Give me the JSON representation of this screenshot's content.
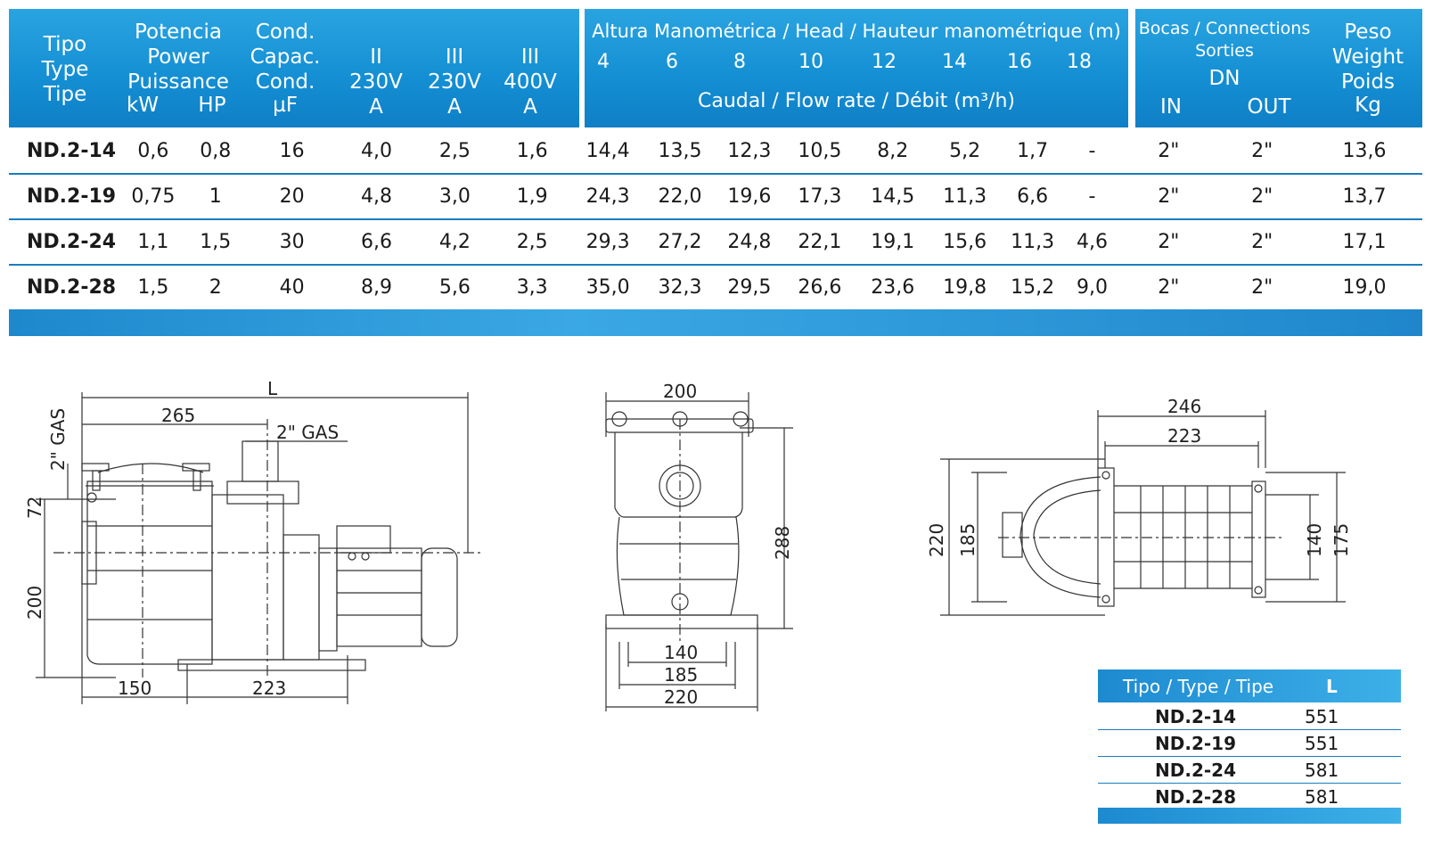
{
  "header": {
    "tipo": "Tipo\nType\nTipe",
    "power": "Potencia\nPower\nPuissance",
    "kw": "kW",
    "hp": "HP",
    "cond": "Cond.\nCapac.\nCond.",
    "uf": "µF",
    "a1": "II\n230V\nA",
    "a2": "III\n230V\nA",
    "a3": "III\n400V\nA",
    "head_title": "Altura Manométrica / Head / Hauteur manométrique (m)",
    "heads": [
      "4",
      "6",
      "8",
      "10",
      "12",
      "14",
      "16",
      "18"
    ],
    "flow": "Caudal / Flow rate / Débit (m³/h)",
    "bocas": "Bocas / Connections\nSorties",
    "dn": "DN",
    "in": "IN",
    "out": "OUT",
    "peso": "Peso\nWeight\nPoids",
    "kg": "Kg"
  },
  "rows": [
    [
      "ND.2-14",
      "0,6",
      "0,8",
      "16",
      "4,0",
      "2,5",
      "1,6",
      "14,4",
      "13,5",
      "12,3",
      "10,5",
      "8,2",
      "5,2",
      "1,7",
      "-",
      "2\"",
      "2\"",
      "13,6"
    ],
    [
      "ND.2-19",
      "0,75",
      "1",
      "20",
      "4,8",
      "3,0",
      "1,9",
      "24,3",
      "22,0",
      "19,6",
      "17,3",
      "14,5",
      "11,3",
      "6,6",
      "-",
      "2\"",
      "2\"",
      "13,7"
    ],
    [
      "ND.2-24",
      "1,1",
      "1,5",
      "30",
      "6,6",
      "4,2",
      "2,5",
      "29,3",
      "27,2",
      "24,8",
      "22,1",
      "19,1",
      "15,6",
      "11,3",
      "4,6",
      "2\"",
      "2\"",
      "17,1"
    ],
    [
      "ND.2-28",
      "1,5",
      "2",
      "40",
      "8,9",
      "5,6",
      "3,3",
      "35,0",
      "32,3",
      "29,5",
      "26,6",
      "23,6",
      "19,8",
      "15,2",
      "9,0",
      "2\"",
      "2\"",
      "19,0"
    ]
  ],
  "drawing_side": {
    "L": "L",
    "d265": "265",
    "gas_v": "2\" GAS",
    "gas_h": "2\" GAS",
    "d72": "72",
    "d200": "200",
    "d150": "150",
    "d223": "223"
  },
  "drawing_front": {
    "d200": "200",
    "d288": "288",
    "d140": "140",
    "d185": "185",
    "d220": "220"
  },
  "drawing_top": {
    "d246": "246",
    "d223": "223",
    "d220": "220",
    "d185": "185",
    "d140": "140",
    "d175": "175"
  },
  "length_table": {
    "col_type": "Tipo / Type / Tipe",
    "col_l": "L",
    "rows": [
      {
        "type": "ND.2-14",
        "l": "551"
      },
      {
        "type": "ND.2-19",
        "l": "551"
      },
      {
        "type": "ND.2-24",
        "l": "581"
      },
      {
        "type": "ND.2-28",
        "l": "581"
      }
    ]
  }
}
